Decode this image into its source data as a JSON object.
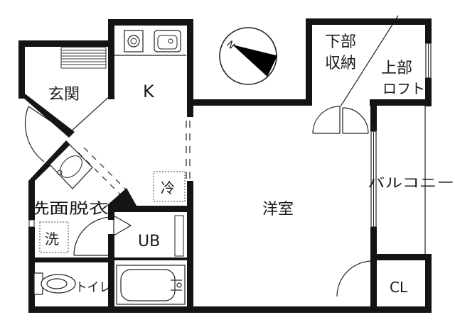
{
  "floor_plan": {
    "rooms": {
      "kitchen": "K",
      "entrance": "玄関",
      "western_room": "洋室",
      "lower_storage_line1": "下部",
      "lower_storage_line2": "収納",
      "upper_loft_line1": "上部",
      "upper_loft_line2": "ロフト",
      "balcony": "バルコニー",
      "closet": "CL",
      "unit_bath": "UB",
      "toilet": "トイレ",
      "dressing_room": "洗面脱衣",
      "washer": "洗",
      "refrigerator": "冷"
    },
    "compass": {
      "north_label": "N"
    }
  }
}
